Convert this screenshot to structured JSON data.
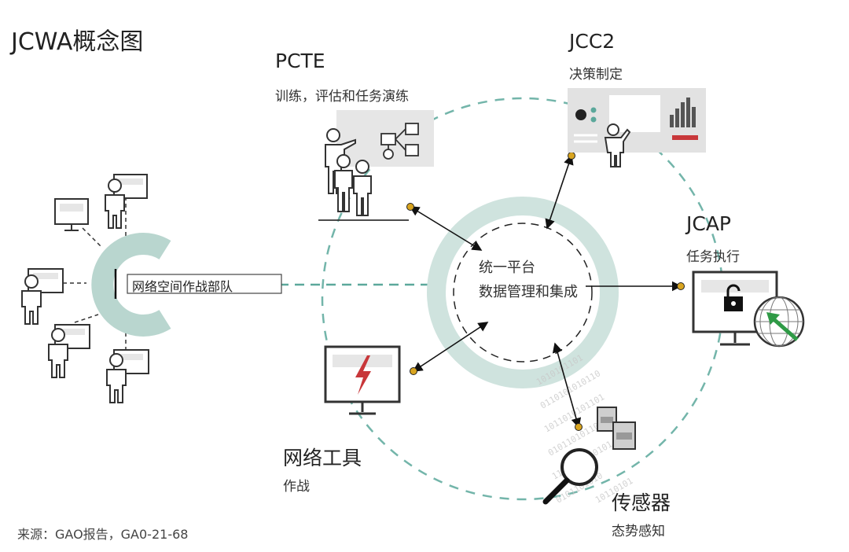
{
  "title": "JCWA概念图",
  "source": "来源：GAO报告，GA0-21-68",
  "center": {
    "line1": "统一平台",
    "line2": "数据管理和集成"
  },
  "nodes": {
    "pcte": {
      "name": "PCTE",
      "sub": "训练，评估和任务演练"
    },
    "jcc2": {
      "name": "JCC2",
      "sub": "决策制定"
    },
    "jcap": {
      "name": "JCAP",
      "sub": "任务执行"
    },
    "tools": {
      "name": "网络工具",
      "sub": "作战"
    },
    "sensors": {
      "name": "传感器",
      "sub": "态势感知"
    },
    "cyber_force": {
      "label": "网络空间作战部队"
    }
  },
  "colors": {
    "ring": "#cfe3de",
    "teal": "#5ba89b",
    "dot": "#d9a520",
    "panel": "#e6e6e6",
    "red": "#c8373a",
    "green": "#2f9a46",
    "dash_teal": "#4fa399"
  },
  "icons": [
    "person-icon",
    "monitor-icon",
    "lightning-icon",
    "lock-icon",
    "globe-icon",
    "magnifier-icon",
    "document-icon",
    "flowchart-icon"
  ]
}
